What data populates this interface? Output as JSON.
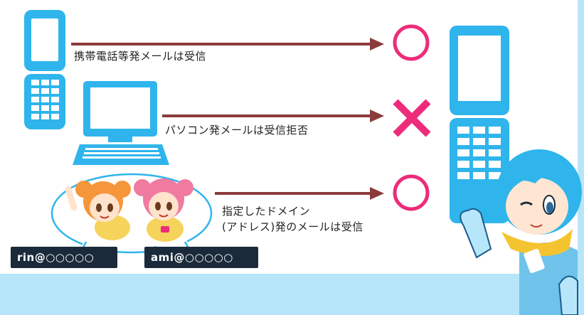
{
  "labels": {
    "mobile": "携帯電話等発メールは受信",
    "pc": "パソコン発メールは受信拒否",
    "domain_line1": "指定したドメイン",
    "domain_line2": "(アドレス)発のメールは受信"
  },
  "results": {
    "mobile": "○",
    "pc": "×",
    "domain": "○"
  },
  "addresses": {
    "rin": "rin@○○○○○",
    "ami": "ami@○○○○○"
  },
  "colors": {
    "phone_blue": "#2fb5ec",
    "arrow_brown": "#8c3b3b",
    "ok_pink": "#ee2b7a",
    "band_blue": "#b7e6fb",
    "address_bg": "#1a2a3a"
  },
  "icons": [
    "flip-phone-icon",
    "desktop-pc-icon",
    "circle-ok-icon",
    "cross-ng-icon",
    "smartphone-receiver-icon"
  ]
}
